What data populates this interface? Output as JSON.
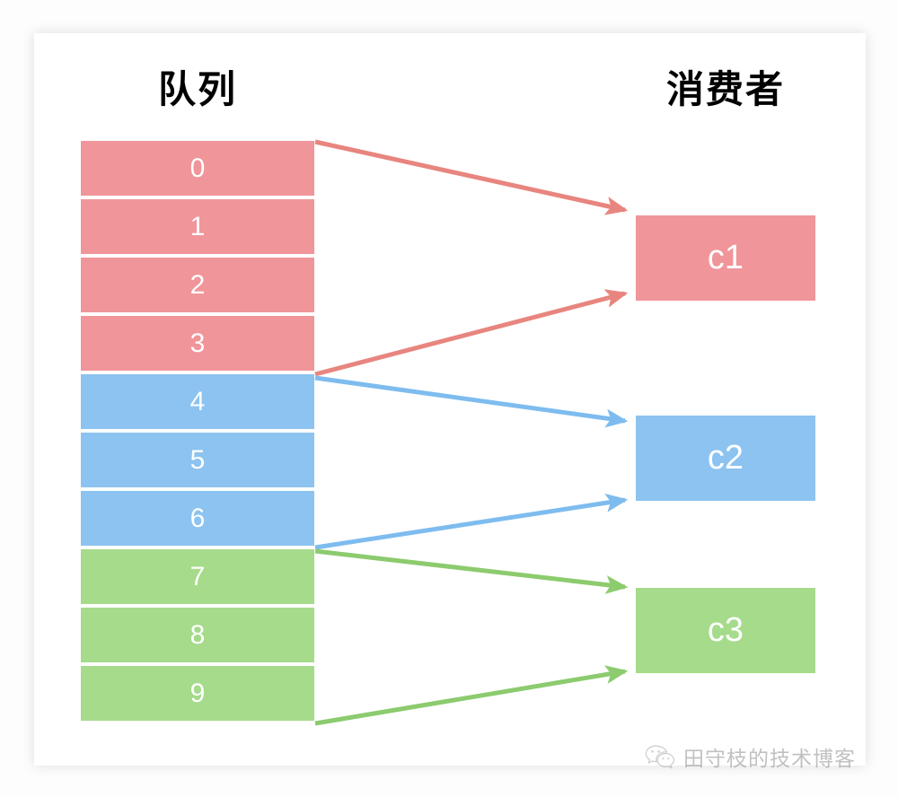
{
  "diagram": {
    "title_left": "队列",
    "title_right": "消费者",
    "colors": {
      "red": "#F0959A",
      "blue": "#8CC3F0",
      "green": "#A5DB8A",
      "red_arrow": "#E8857F",
      "blue_arrow": "#7EBCEF",
      "green_arrow": "#8CCB6E",
      "card_background": "#FFFFFF",
      "page_background": "#FDFDFD",
      "cell_text": "#FFFFFF",
      "heading_text": "#000000"
    },
    "queue": {
      "label": "队列",
      "cells": [
        {
          "value": "0",
          "group": "c1",
          "color": "#F0959A"
        },
        {
          "value": "1",
          "group": "c1",
          "color": "#F0959A"
        },
        {
          "value": "2",
          "group": "c1",
          "color": "#F0959A"
        },
        {
          "value": "3",
          "group": "c1",
          "color": "#F0959A"
        },
        {
          "value": "4",
          "group": "c2",
          "color": "#8CC3F0"
        },
        {
          "value": "5",
          "group": "c2",
          "color": "#8CC3F0"
        },
        {
          "value": "6",
          "group": "c2",
          "color": "#8CC3F0"
        },
        {
          "value": "7",
          "group": "c3",
          "color": "#A5DB8A"
        },
        {
          "value": "8",
          "group": "c3",
          "color": "#A5DB8A"
        },
        {
          "value": "9",
          "group": "c3",
          "color": "#A5DB8A"
        }
      ]
    },
    "consumers": {
      "label": "消费者",
      "items": [
        {
          "name": "c1",
          "color": "#F0959A",
          "consumes": [
            "0",
            "1",
            "2",
            "3"
          ]
        },
        {
          "name": "c2",
          "color": "#8CC3F0",
          "consumes": [
            "4",
            "5",
            "6"
          ]
        },
        {
          "name": "c3",
          "color": "#A5DB8A",
          "consumes": [
            "7",
            "8",
            "9"
          ]
        }
      ]
    },
    "arrows": [
      {
        "from": "queue-top-0",
        "to": "c1-top",
        "color": "#E8857F"
      },
      {
        "from": "queue-bottom-3",
        "to": "c1-bottom",
        "color": "#E8857F"
      },
      {
        "from": "queue-top-4",
        "to": "c2-top",
        "color": "#7EBCEF"
      },
      {
        "from": "queue-bottom-6",
        "to": "c2-bottom",
        "color": "#7EBCEF"
      },
      {
        "from": "queue-top-7",
        "to": "c3-top",
        "color": "#8CCB6E"
      },
      {
        "from": "queue-bottom-9",
        "to": "c3-bottom",
        "color": "#8CCB6E"
      }
    ]
  },
  "watermark": {
    "text": "田守枝的技术博客",
    "icon": "wechat-icon"
  }
}
